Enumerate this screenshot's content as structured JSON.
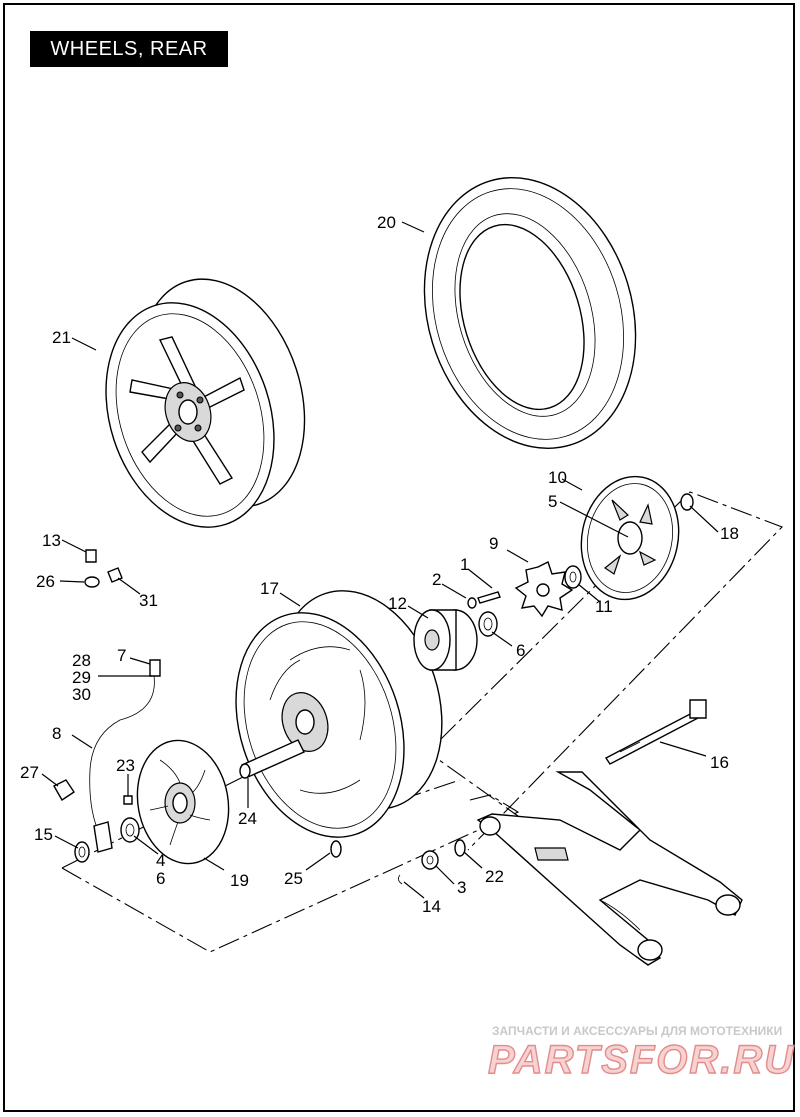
{
  "title": "WHEELS, REAR",
  "callouts": [
    {
      "id": "c1",
      "text": "1"
    },
    {
      "id": "c2",
      "text": "2"
    },
    {
      "id": "c3",
      "text": "3"
    },
    {
      "id": "c4",
      "text": "4"
    },
    {
      "id": "c5",
      "text": "5"
    },
    {
      "id": "c6a",
      "text": "6"
    },
    {
      "id": "c6b",
      "text": "6"
    },
    {
      "id": "c7",
      "text": "7"
    },
    {
      "id": "c8",
      "text": "8"
    },
    {
      "id": "c9",
      "text": "9"
    },
    {
      "id": "c10",
      "text": "10"
    },
    {
      "id": "c11",
      "text": "11"
    },
    {
      "id": "c12",
      "text": "12"
    },
    {
      "id": "c13",
      "text": "13"
    },
    {
      "id": "c14",
      "text": "14"
    },
    {
      "id": "c15",
      "text": "15"
    },
    {
      "id": "c16",
      "text": "16"
    },
    {
      "id": "c17",
      "text": "17"
    },
    {
      "id": "c18",
      "text": "18"
    },
    {
      "id": "c19",
      "text": "19"
    },
    {
      "id": "c20",
      "text": "20"
    },
    {
      "id": "c21",
      "text": "21"
    },
    {
      "id": "c22",
      "text": "22"
    },
    {
      "id": "c23",
      "text": "23"
    },
    {
      "id": "c24",
      "text": "24"
    },
    {
      "id": "c25",
      "text": "25"
    },
    {
      "id": "c26",
      "text": "26"
    },
    {
      "id": "c27",
      "text": "27"
    },
    {
      "id": "c28",
      "text": "28"
    },
    {
      "id": "c29",
      "text": "29"
    },
    {
      "id": "c30",
      "text": "30"
    },
    {
      "id": "c31",
      "text": "31"
    }
  ],
  "watermark": {
    "tagline": "ЗАПЧАСТИ И АКСЕССУАРЫ ДЛЯ МОТОТЕХНИКИ",
    "logo": "PARTSFOR.RU"
  },
  "colors": {
    "ink": "#000000",
    "paper": "#ffffff",
    "watermark_red": "#e58b8b"
  }
}
